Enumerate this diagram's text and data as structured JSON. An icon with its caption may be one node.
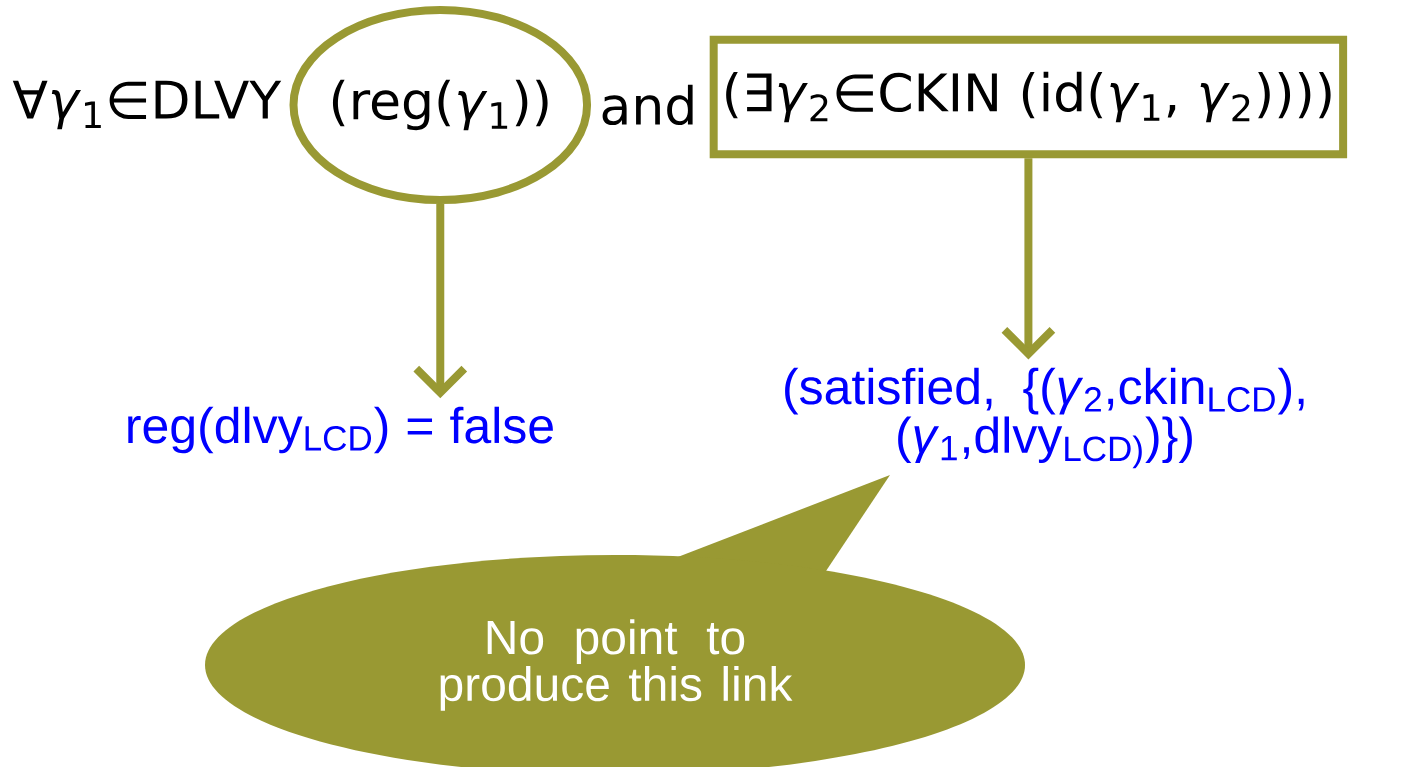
{
  "diagram": {
    "nodes": [
      {
        "text": [
          "(reg(*γ*$_{1}$))"
        ]
      },
      {
        "text": [
          "(∃*γ*$_{2}$∈CKIN (id(*γ*$_{1}$, *γ*$_{2}$))))"
        ]
      },
      {
        "text": [
          "reg(dlvy$_{LCD}$) = false"
        ]
      },
      {
        "text": [
          "(satisfied, {(*γ*$_{2}$,ckin$_{LCD}$), (*γ*$_{1}$,dlvy$_{LCD)}$)})"
        ]
      },
      {
        "text": [
          "No point to produce this link"
        ]
      }
    ],
    "edges": [
      {
        "from": 0,
        "to": 2,
        "arrow": "to"
      },
      {
        "from": 1,
        "to": 3,
        "arrow": "to"
      }
    ],
    "labels": [
      "∀*γ*$_{1}$∈DLVY",
      "and"
    ]
  }
}
